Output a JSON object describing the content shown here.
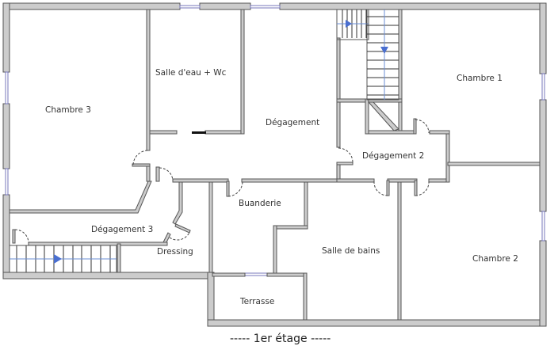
{
  "plan": {
    "floor_caption": "----- 1er étage -----",
    "rooms": [
      {
        "id": "chambre-3",
        "label": "Chambre 3"
      },
      {
        "id": "salle-eau-wc",
        "label": "Salle d'eau + Wc"
      },
      {
        "id": "degagement",
        "label": "Dégagement"
      },
      {
        "id": "chambre-1",
        "label": "Chambre 1"
      },
      {
        "id": "degagement-2",
        "label": "Dégagement 2"
      },
      {
        "id": "buanderie",
        "label": "Buanderie"
      },
      {
        "id": "degagement-3",
        "label": "Dégagement 3"
      },
      {
        "id": "dressing",
        "label": "Dressing"
      },
      {
        "id": "salle-de-bains",
        "label": "Salle de bains"
      },
      {
        "id": "chambre-2",
        "label": "Chambre 2"
      },
      {
        "id": "terrasse",
        "label": "Terrasse"
      }
    ],
    "colors": {
      "wall_fill": "#cccccc",
      "wall_stroke": "#555555",
      "window": "#7777bb",
      "stair_arrow": "#4a6fd0"
    }
  }
}
